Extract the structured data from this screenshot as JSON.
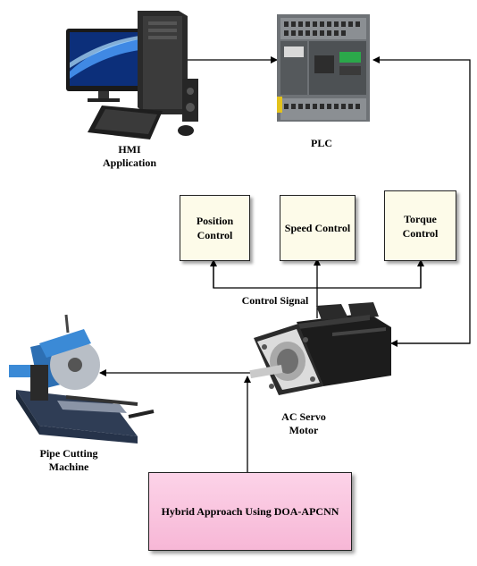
{
  "nodes": {
    "hmi": {
      "label": "HMI\nApplication",
      "icon": "desktop-computer-icon"
    },
    "plc": {
      "label": "PLC",
      "icon": "plc-controller-icon"
    },
    "position": {
      "label": "Position\nControl"
    },
    "speed": {
      "label": "Speed Control"
    },
    "torque": {
      "label": "Torque\nControl"
    },
    "servo": {
      "label": "AC Servo\nMotor",
      "icon": "servo-motor-icon"
    },
    "pipe": {
      "label": "Pipe Cutting\nMachine",
      "icon": "pipe-cutter-icon"
    },
    "algo": {
      "label": "Hybrid Approach Using DOA-APCNN"
    }
  },
  "edges": {
    "control_signal": {
      "label": "Control Signal"
    }
  },
  "colors": {
    "control_box_fill": "#fdfbe9",
    "algo_box_fill": "#f9c4df",
    "line": "#000000"
  }
}
